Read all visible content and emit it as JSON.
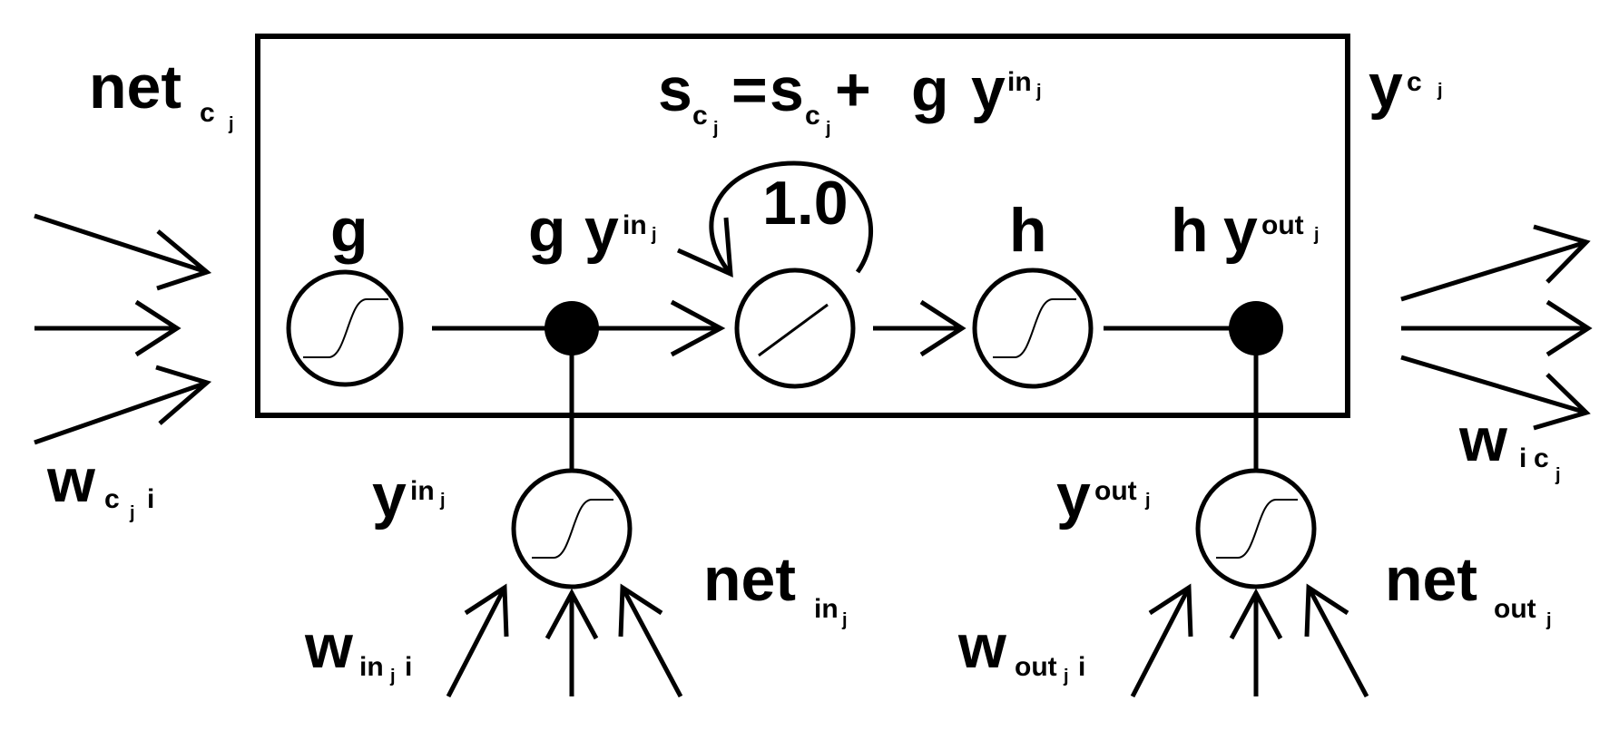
{
  "diagram": {
    "formula": {
      "s1": "s",
      "c1": "c",
      "j1": "j",
      "eq": "=",
      "s2": "s",
      "c2": "c",
      "j2": "j",
      "plus": "+",
      "g": "g",
      "y": "y",
      "in": "in",
      "jin": "j"
    },
    "net_c": {
      "base": "net",
      "c": "c",
      "j": "j"
    },
    "y_c": {
      "base": "y",
      "c": "c",
      "j": "j"
    },
    "w_ci": {
      "base": "w",
      "c": "c",
      "j": "j",
      "i": "i"
    },
    "w_ic": {
      "base": "w",
      "i": "i",
      "c": "c",
      "j": "j"
    },
    "g_label": "g",
    "gy": {
      "g": "g",
      "y": "y",
      "in": "in",
      "j": "j"
    },
    "self_loop": "1.0",
    "h_label": "h",
    "hy": {
      "h": "h",
      "y": "y",
      "out": "out",
      "j": "j"
    },
    "y_in": {
      "base": "y",
      "in": "in",
      "j": "j"
    },
    "net_in": {
      "base": "net",
      "in": "in",
      "j": "j"
    },
    "w_in": {
      "base": "w",
      "in": "in",
      "j": "j",
      "i": "i"
    },
    "y_out": {
      "base": "y",
      "out": "out",
      "j": "j"
    },
    "net_out": {
      "base": "net",
      "out": "out",
      "j": "j"
    },
    "w_out": {
      "base": "w",
      "out": "out",
      "j": "j",
      "i": "i"
    }
  }
}
